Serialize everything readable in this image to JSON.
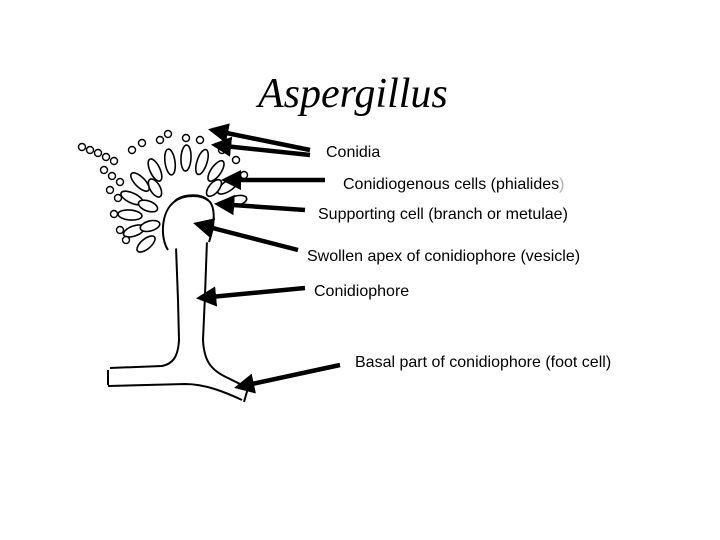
{
  "title": "Aspergillus",
  "labels": {
    "conidia": "Conidia",
    "phialides": "Conidiogenous cells (phialides",
    "phialides_close": ")",
    "metulae": "Supporting cell (branch or metulae)",
    "vesicle": "Swollen apex of conidiophore (vesicle)",
    "conidiophore": "Conidiophore",
    "foot_cell": "Basal part of conidiophore (foot cell)"
  },
  "colors": {
    "ink": "#000000",
    "faded": "#b0b0b0",
    "background": "#ffffff"
  }
}
